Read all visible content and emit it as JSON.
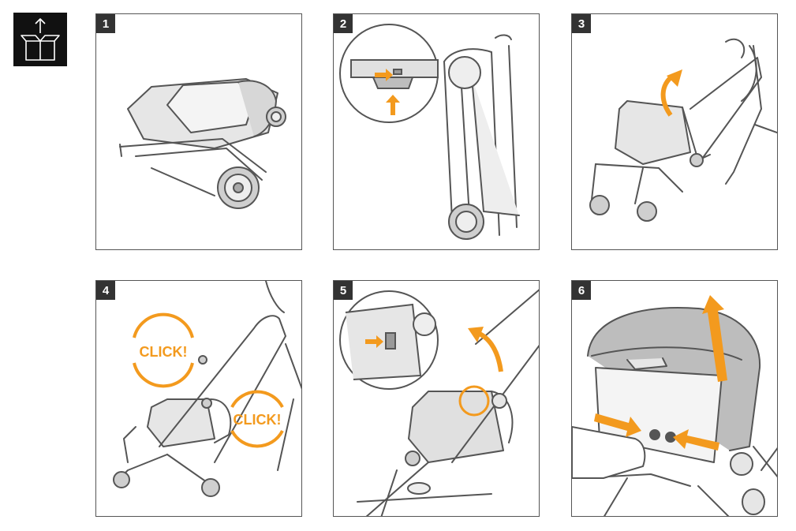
{
  "icons": {
    "header": "unfold-box-icon"
  },
  "colors": {
    "accent": "#f39a1e",
    "line": "#555555",
    "badge_bg": "#333333",
    "fill_light": "#e6e6e6",
    "fill_mid": "#bdbdbd"
  },
  "steps": [
    {
      "number": "1"
    },
    {
      "number": "2"
    },
    {
      "number": "3"
    },
    {
      "number": "4",
      "click_label_1": "CLICK!",
      "click_label_2": "CLICK!"
    },
    {
      "number": "5"
    },
    {
      "number": "6"
    }
  ]
}
